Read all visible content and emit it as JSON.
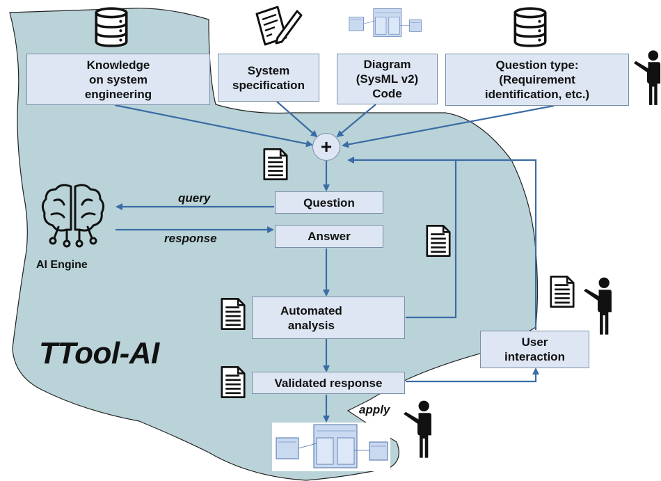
{
  "title": "TTool-AI",
  "boxes": {
    "knowledge": [
      "Knowledge",
      "on system",
      "engineering"
    ],
    "specification": [
      "System",
      "specification"
    ],
    "diagram": [
      "Diagram",
      "(SysML v2)",
      "Code"
    ],
    "question_type": [
      "Question type:",
      "(Requirement",
      "identification, etc.)"
    ],
    "question": "Question",
    "answer": "Answer",
    "analysis": [
      "Automated",
      "analysis"
    ],
    "validated": "Validated response",
    "user_interaction": [
      "User",
      "interaction"
    ]
  },
  "combine_symbol": "+",
  "labels": {
    "query": "query",
    "response": "response",
    "apply": "apply",
    "ai_engine": "AI Engine"
  },
  "colors": {
    "blob": "#b9d3d8",
    "box": "#dde6f2",
    "box_border": "#7a8fa8",
    "arrow": "#3b6ba5"
  },
  "icons": {
    "knowledge": "database-icon",
    "specification": "writing-document-icon",
    "diagram": "sysml-diagram-thumbnail-icon",
    "question_type": "database-icon",
    "question_type_user": "person-pointing-icon",
    "question_doc": "document-icon",
    "ai_engine": "brain-circuit-icon",
    "loop_doc": "document-icon",
    "analysis_doc": "document-icon",
    "analysis": "gears-icon",
    "user_doc": "document-icon",
    "user": "person-pointing-icon",
    "validated_doc": "document-icon",
    "apply_user": "person-pointing-icon",
    "applied_diagram": "sysml-diagram-thumbnail-icon"
  }
}
